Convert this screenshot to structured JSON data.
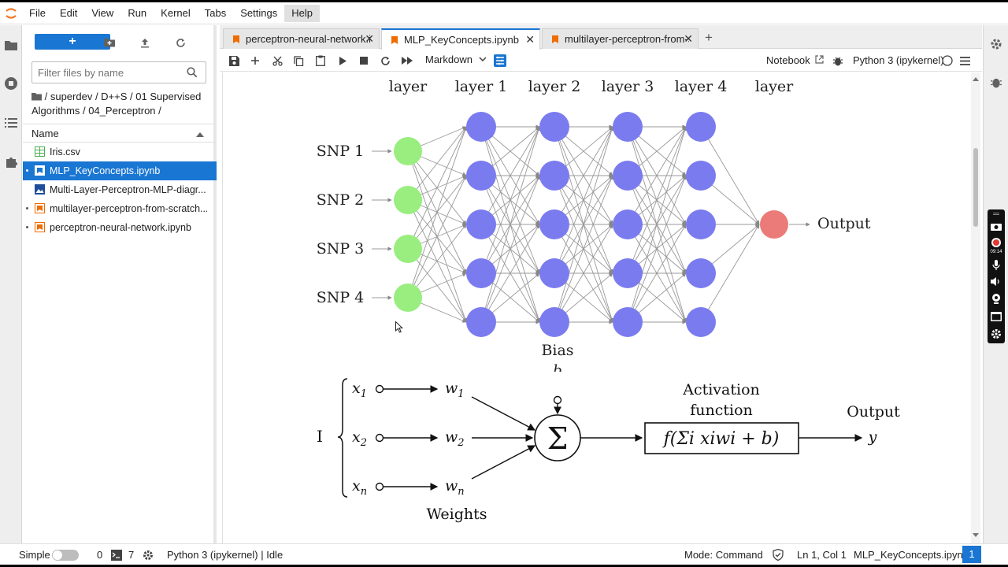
{
  "menu": [
    "File",
    "Edit",
    "View",
    "Run",
    "Kernel",
    "Tabs",
    "Settings",
    "Help"
  ],
  "menu_active": "Help",
  "filebrowser": {
    "new_label": "+",
    "search_placeholder": "Filter files by name",
    "breadcrumb_line1": "/ superdev / D++S / 01 Supervised",
    "breadcrumb_line2": "Algorithms / 04_Perceptron /",
    "column_name": "Name",
    "files": [
      {
        "name": "Iris.csv",
        "type": "csv",
        "selected": false
      },
      {
        "name": "MLP_KeyConcepts.ipynb",
        "type": "notebook",
        "selected": true
      },
      {
        "name": "Multi-Layer-Perceptron-MLP-diagr...",
        "type": "image",
        "selected": false
      },
      {
        "name": "multilayer-perceptron-from-scratch...",
        "type": "notebook",
        "selected": false
      },
      {
        "name": "perceptron-neural-network.ipynb",
        "type": "notebook",
        "selected": false
      }
    ]
  },
  "tabs": [
    {
      "label": "perceptron-neural-network.ip",
      "active": false
    },
    {
      "label": "MLP_KeyConcepts.ipynb",
      "active": true
    },
    {
      "label": "multilayer-perceptron-from-s",
      "active": false
    }
  ],
  "toolbar": {
    "cell_type": "Markdown",
    "notebook_label": "Notebook",
    "kernel_label": "Python 3 (ipykernel)"
  },
  "diagram1": {
    "layer_labels": [
      "layer 1",
      "layer 2",
      "layer 3",
      "layer 4"
    ],
    "edge_labels": [
      "layer",
      "layer"
    ],
    "inputs": [
      "SNP 1",
      "SNP 2",
      "SNP 3",
      "SNP 4"
    ],
    "output": "Output",
    "bias": "Bias",
    "bias_symbol": "b",
    "colors": {
      "input": "#99ee7f",
      "hidden": "#7b7bf0",
      "output": "#ea7b78"
    }
  },
  "diagram2": {
    "input_label": "I",
    "inputs": [
      "x",
      "x",
      "x"
    ],
    "input_subs": [
      "1",
      "2",
      "n"
    ],
    "weights": [
      "w",
      "w",
      "w"
    ],
    "weight_subs": [
      "1",
      "2",
      "n"
    ],
    "weights_label": "Weights",
    "sum_symbol": "Σ",
    "activation_title_1": "Activation",
    "activation_title_2": "function",
    "formula": "f(Σi xiwi + b)",
    "output_label": "Output",
    "output_symbol": "y"
  },
  "status": {
    "mode_label": "Simple",
    "count1": "0",
    "count2": "7",
    "kernel_status": "Python 3 (ipykernel) | Idle",
    "mode": "Mode: Command",
    "cursor": "Ln 1, Col 1",
    "filename": "MLP_KeyConcepts.ipynb",
    "badge": "1"
  },
  "recorder_time": "09:14"
}
